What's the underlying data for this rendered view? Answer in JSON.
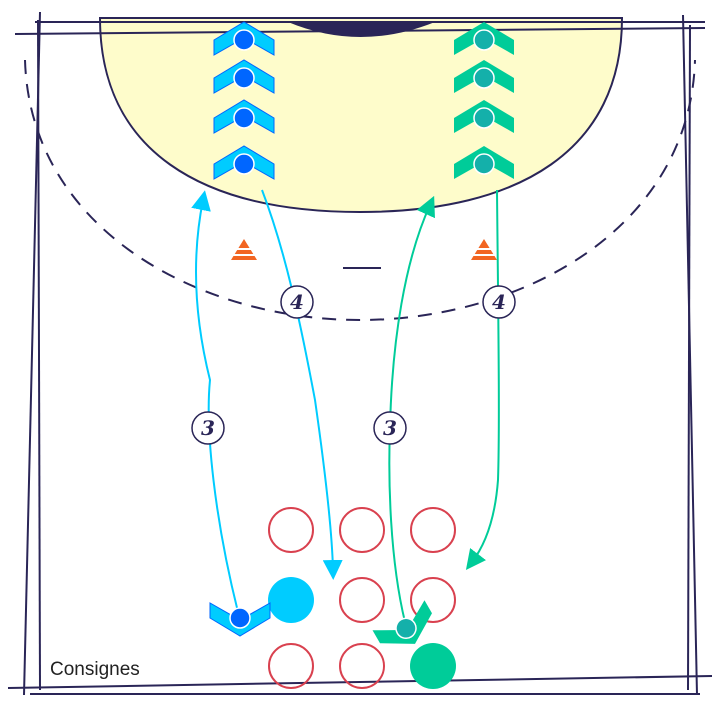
{
  "diagram": {
    "caption": "Consignes",
    "badges": {
      "blue_shot": "3",
      "blue_return": "4",
      "green_shot": "3",
      "green_return": "4"
    },
    "colors": {
      "court_line": "#2a2557",
      "goal_area": "#fefccb",
      "team_blue": "#00ccff",
      "team_blue_dark": "#0066ff",
      "team_green": "#00cc99",
      "team_green_dark": "#14b0aa",
      "cone": "#f26522",
      "target_ring": "#d9414f"
    }
  }
}
